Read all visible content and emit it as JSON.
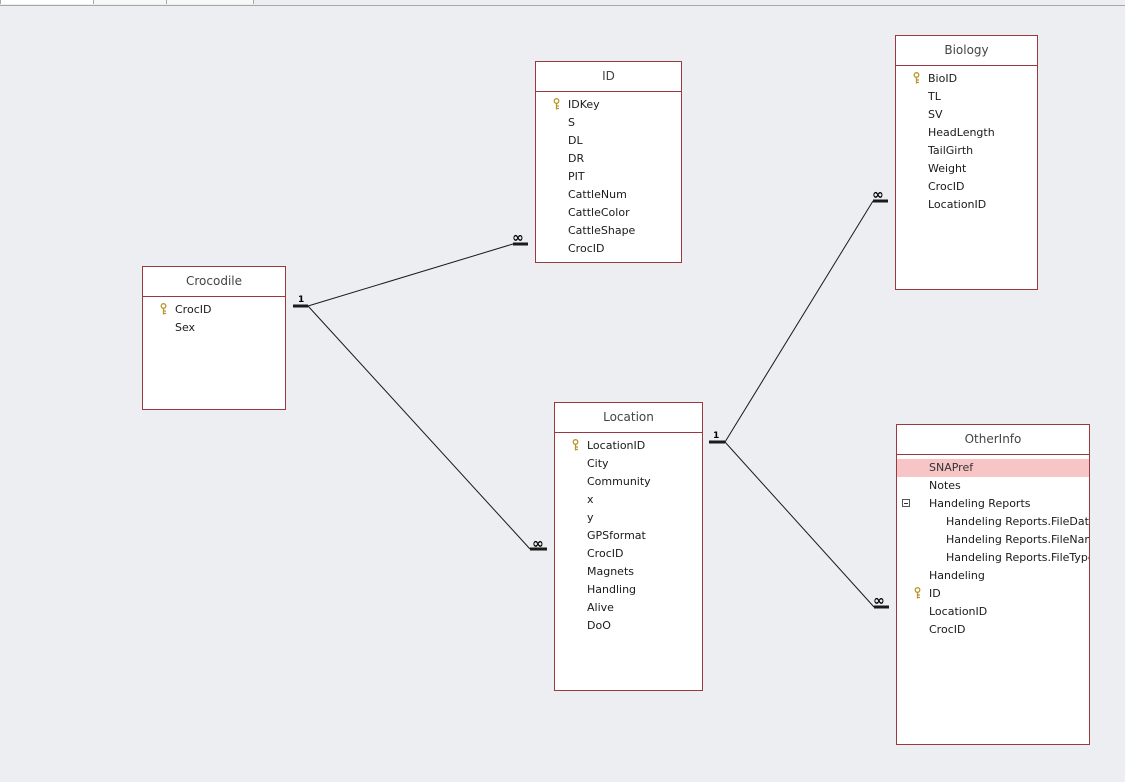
{
  "tables": {
    "crocodile": {
      "title": "Crocodile",
      "fields": [
        "CrocID",
        "Sex"
      ],
      "key_field": "CrocID"
    },
    "id": {
      "title": "ID",
      "fields": [
        "IDKey",
        "S",
        "DL",
        "DR",
        "PIT",
        "CattleNum",
        "CattleColor",
        "CattleShape",
        "CrocID"
      ],
      "key_field": "IDKey"
    },
    "biology": {
      "title": "Biology",
      "fields": [
        "BioID",
        "TL",
        "SV",
        "HeadLength",
        "TailGirth",
        "Weight",
        "CrocID",
        "LocationID"
      ],
      "key_field": "BioID"
    },
    "location": {
      "title": "Location",
      "fields": [
        "LocationID",
        "City",
        "Community",
        "x",
        "y",
        "GPSformat",
        "CrocID",
        "Magnets",
        "Handling",
        "Alive",
        "DoO"
      ],
      "key_field": "LocationID"
    },
    "otherinfo": {
      "title": "OtherInfo",
      "fields": [
        "SNAPref",
        "Notes",
        "Handeling Reports",
        "Handeling Reports.FileData",
        "Handeling Reports.FileName",
        "Handeling Reports.FileType",
        "Handeling",
        "ID",
        "LocationID",
        "CrocID"
      ],
      "key_field": "ID",
      "selected_field": "SNAPref"
    }
  },
  "relationships": [
    {
      "from": "Crocodile",
      "to": "ID",
      "one_label": "1",
      "many_label": "∞"
    },
    {
      "from": "Crocodile",
      "to": "Location",
      "one_label": "1",
      "many_label": "∞"
    },
    {
      "from": "Location",
      "to": "Biology",
      "one_label": "1",
      "many_label": "∞"
    },
    {
      "from": "Location",
      "to": "OtherInfo",
      "one_label": "1",
      "many_label": "∞"
    }
  ],
  "colors": {
    "canvas": "#eceef1",
    "table_border": "#9b3a3e",
    "selection": "#f8c5c6",
    "key_icon": "#b9952b",
    "line": "#1a1a1a"
  },
  "icons": {
    "primary_key": "key-icon",
    "collapse": "minus-box-icon"
  }
}
